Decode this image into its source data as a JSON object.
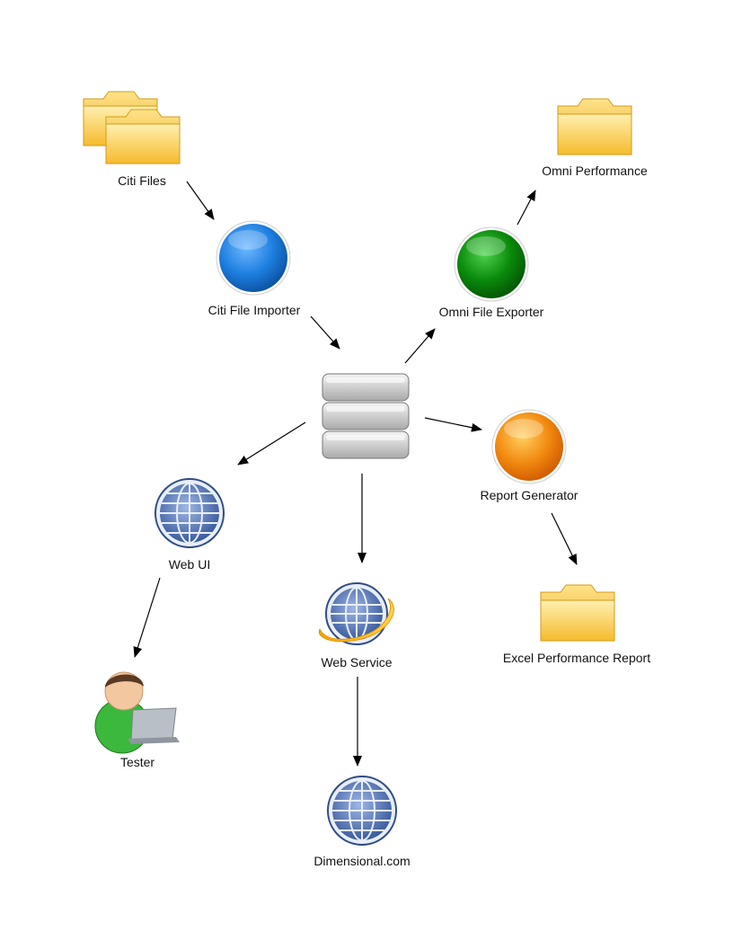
{
  "diagram": {
    "nodes": {
      "citi_files": {
        "label": "Citi Files",
        "icon": "folder-pair-icon"
      },
      "citi_file_importer": {
        "label": "Citi File Importer",
        "icon": "blue-process-circle-icon",
        "color": "#1e7fe0"
      },
      "omni_performance": {
        "label": "Omni Performance",
        "icon": "folder-icon"
      },
      "omni_file_exporter": {
        "label": "Omni File Exporter",
        "icon": "green-process-circle-icon",
        "color": "#0a8a0a"
      },
      "database": {
        "label": "",
        "icon": "database-icon"
      },
      "report_generator": {
        "label": "Report Generator",
        "icon": "orange-process-circle-icon",
        "color": "#f28a10"
      },
      "web_ui": {
        "label": "Web UI",
        "icon": "globe-icon"
      },
      "web_service": {
        "label": "Web Service",
        "icon": "globe-orbit-icon"
      },
      "excel_performance_report": {
        "label": "Excel Performance Report",
        "icon": "folder-icon"
      },
      "tester": {
        "label": "Tester",
        "icon": "user-laptop-icon"
      },
      "dimensional_com": {
        "label": "Dimensional.com",
        "icon": "globe-icon"
      }
    },
    "edges": [
      {
        "from": "citi_files",
        "to": "citi_file_importer"
      },
      {
        "from": "citi_file_importer",
        "to": "database"
      },
      {
        "from": "database",
        "to": "omni_file_exporter"
      },
      {
        "from": "omni_file_exporter",
        "to": "omni_performance"
      },
      {
        "from": "database",
        "to": "report_generator"
      },
      {
        "from": "database",
        "to": "web_ui"
      },
      {
        "from": "database",
        "to": "web_service"
      },
      {
        "from": "report_generator",
        "to": "excel_performance_report"
      },
      {
        "from": "web_ui",
        "to": "tester"
      },
      {
        "from": "web_service",
        "to": "dimensional_com"
      }
    ],
    "colors": {
      "folder": "#f7c948",
      "globe": "#3b5c9e",
      "database": "#c8c8c8",
      "arrow": "#000000"
    }
  }
}
